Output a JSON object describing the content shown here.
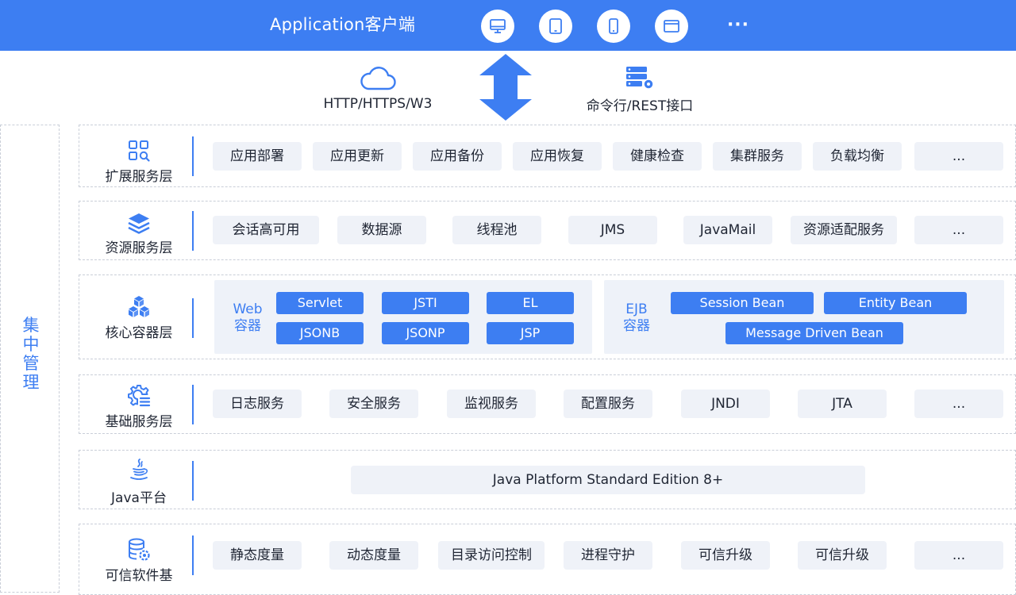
{
  "header": {
    "title": "Application客户端",
    "clients": [
      {
        "icon": "desktop-icon"
      },
      {
        "icon": "tablet-icon"
      },
      {
        "icon": "phone-icon"
      },
      {
        "icon": "browser-window-icon"
      }
    ],
    "more": "···"
  },
  "protocols": {
    "left": {
      "icon": "cloud-icon",
      "label": "HTTP/HTTPS/W3"
    },
    "right": {
      "icon": "server-settings-icon",
      "label": "命令行/REST接口"
    },
    "arrow_icon": "bidirectional-arrow-icon"
  },
  "side": {
    "label": "集中管理"
  },
  "colors": {
    "accent": "#3d7ef2",
    "chip_bg": "#eff2f8",
    "container_bg": "#eef2f9"
  },
  "layers": {
    "extension": {
      "name": "扩展服务层",
      "icon": "grid-search-icon",
      "items": [
        "应用部署",
        "应用更新",
        "应用备份",
        "应用恢复",
        "健康检查",
        "集群服务",
        "负载均衡",
        "..."
      ]
    },
    "resource": {
      "name": "资源服务层",
      "icon": "layers-stack-icon",
      "items": [
        "会话高可用",
        "数据源",
        "线程池",
        "JMS",
        "JavaMail",
        "资源适配服务",
        "..."
      ]
    },
    "core": {
      "name": "核心容器层",
      "icon": "cubes-icon",
      "web": {
        "title": "Web\n容器",
        "items": [
          "Servlet",
          "JSTI",
          "EL",
          "JSONB",
          "JSONP",
          "JSP"
        ]
      },
      "ejb": {
        "title": "EJB\n容器",
        "items": [
          "Session Bean",
          "Entity Bean",
          "Message Driven Bean"
        ]
      }
    },
    "base": {
      "name": "基础服务层",
      "icon": "gear-list-icon",
      "items": [
        "日志服务",
        "安全服务",
        "监视服务",
        "配置服务",
        "JNDI",
        "JTA",
        "..."
      ]
    },
    "java": {
      "name": "Java平台",
      "icon": "java-cup-icon",
      "item": "Java Platform Standard Edition 8+"
    },
    "trusted": {
      "name": "可信软件基",
      "icon": "database-gear-icon",
      "items": [
        "静态度量",
        "动态度量",
        "目录访问控制",
        "进程守护",
        "可信升级",
        "可信升级",
        "..."
      ]
    }
  }
}
